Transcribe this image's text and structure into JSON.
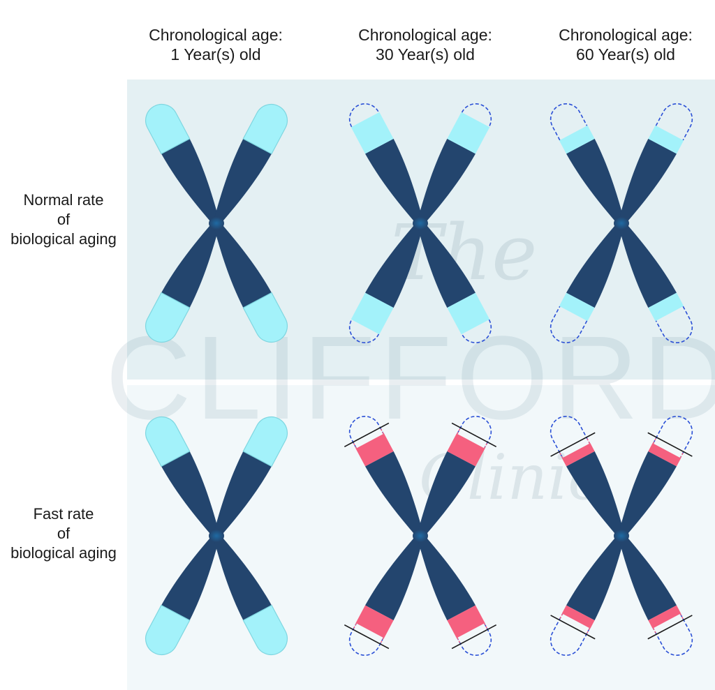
{
  "columns": [
    {
      "line1": "Chronological age:",
      "line2": "1 Year(s) old"
    },
    {
      "line1": "Chronological age:",
      "line2": "30 Year(s) old"
    },
    {
      "line1": "Chronological age:",
      "line2": "60 Year(s) old"
    }
  ],
  "rows": [
    {
      "line1": "Normal rate",
      "line2": "of",
      "line3": "biological aging"
    },
    {
      "line1": "Fast rate",
      "line2": "of",
      "line3": "biological aging"
    }
  ],
  "watermark": {
    "script_top": "The",
    "main": "CLIFFORD",
    "script_bottom": "Clinic"
  },
  "colors": {
    "chromosome_body": "#23456e",
    "centromere": "#1f6aa3",
    "telomere_healthy": "#a3f2fa",
    "telomere_shortened": "#f5607f",
    "lost_outline": "#2a4fd6",
    "cut_line": "#1a1a1a"
  },
  "telomere_fraction_remaining": {
    "normal": [
      1.0,
      0.72,
      0.36
    ],
    "fast": [
      1.0,
      0.48,
      0.22
    ]
  }
}
